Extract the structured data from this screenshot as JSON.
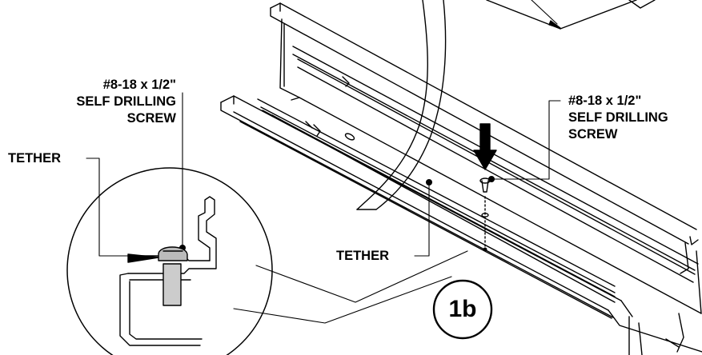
{
  "labels": {
    "detail_screw": [
      "#8-18 x 1/2\"",
      "SELF DRILLING",
      "SCREW"
    ],
    "main_screw": [
      "#8-18 x 1/2\"",
      "SELF DRILLING",
      "SCREW"
    ],
    "detail_tether": "TETHER",
    "main_tether": "TETHER"
  },
  "step": "1b"
}
